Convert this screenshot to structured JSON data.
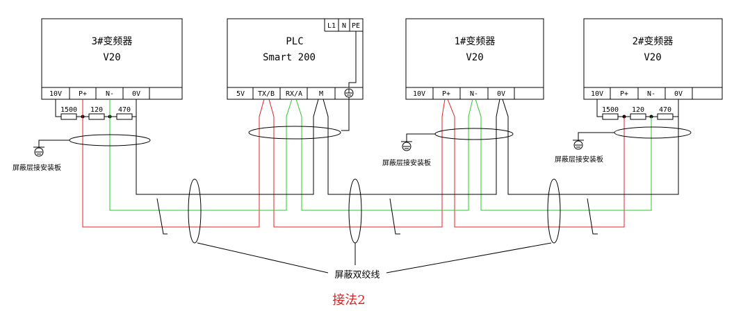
{
  "devices": {
    "vfd3": {
      "title": "3#变频器",
      "model": "V20",
      "terminals": [
        "10V",
        "P+",
        "N-",
        "0V"
      ]
    },
    "plc": {
      "title": "PLC",
      "model": "Smart 200",
      "power_terminals": [
        "L1",
        "N",
        "PE"
      ],
      "terminals": [
        "5V",
        "TX/B",
        "RX/A",
        "M"
      ]
    },
    "vfd1": {
      "title": "1#变频器",
      "model": "V20",
      "terminals": [
        "10V",
        "P+",
        "N-",
        "0V"
      ]
    },
    "vfd2": {
      "title": "2#变频器",
      "model": "V20",
      "terminals": [
        "10V",
        "P+",
        "N-",
        "0V"
      ]
    }
  },
  "resistors": {
    "left": [
      "1500",
      "120",
      "470"
    ],
    "right": [
      "1500",
      "120",
      "470"
    ]
  },
  "labels": {
    "shield_ground": "屏蔽层接安装板",
    "twisted_pair": "屏蔽双绞线",
    "caption": "接法2"
  },
  "colors": {
    "p_plus_line": "#e02020",
    "n_minus_line": "#2ec82e",
    "ground_line": "#000000"
  }
}
